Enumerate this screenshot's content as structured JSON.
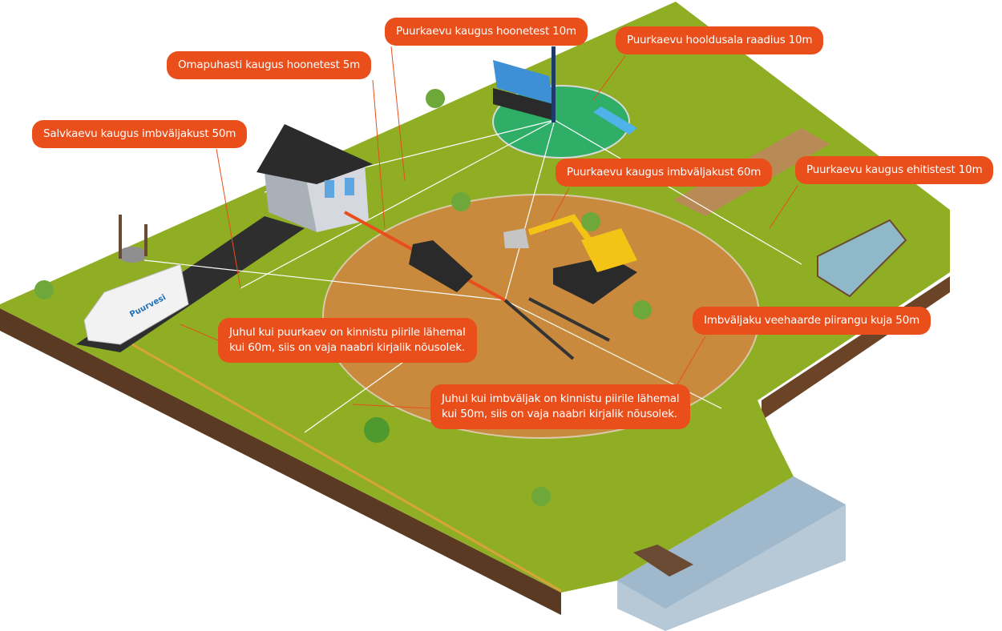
{
  "labels": {
    "drill_to_buildings": "Puurkaevu kaugus hoonetest 10m",
    "drill_service_radius": "Puurkaevu hooldusala raadius 10m",
    "septic_to_buildings": "Omapuhasti kaugus hoonetest 5m",
    "well_to_infiltration": "Salvkaevu kaugus imbväljakust 50m",
    "drill_to_infiltration": "Puurkaevu kaugus imbväljakust 60m",
    "drill_to_structures": "Puurkaevu kaugus ehitistest 10m",
    "infiltration_restriction_zone": "Imbväljaku veehaarde piirangu kuja 50m",
    "drill_neighbor_consent": [
      "Juhul kui puurkaev on kinnistu piirile lähemal",
      "kui 60m, siis on vaja naabri kirjalik nõusolek."
    ],
    "infiltration_neighbor_consent": [
      "Juhul kui imbväljak on kinnistu piirile lähemal",
      "kui 50m, siis on vaja naabri kirjalik nõusolek."
    ]
  },
  "van_brand": "Puurvesi",
  "colors": {
    "label": "#e94e1b",
    "grass": "#8fae24",
    "soil": "#c98a3e",
    "service_zone": "#2fae67",
    "water": "#9fb8cc"
  }
}
